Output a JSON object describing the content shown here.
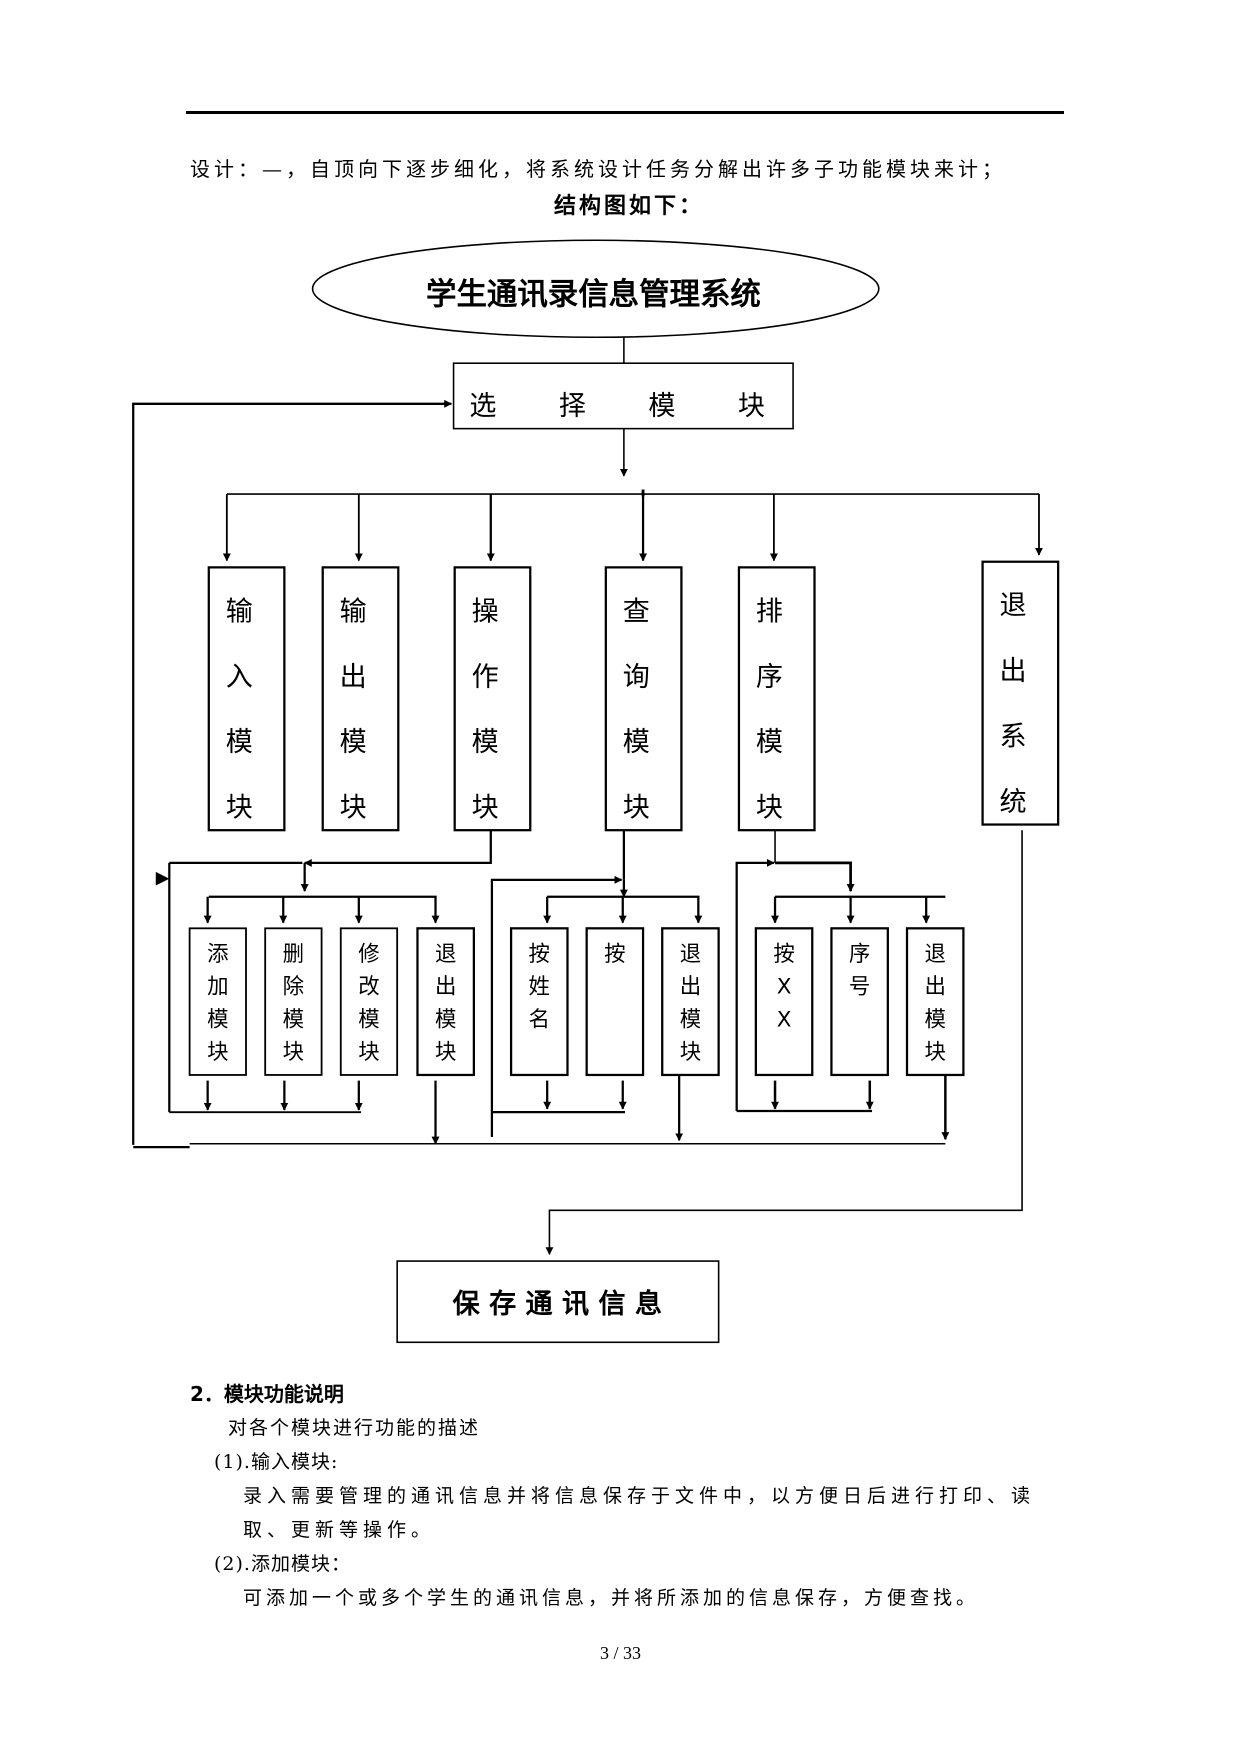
{
  "document": {
    "intro_line": "设计：—，自顶向下逐步细化，将系统设计任务分解出许多子功能模块来计；",
    "diagram_heading": "结构图如下：",
    "page_number": "3 / 33"
  },
  "diagram": {
    "root": "学生通讯录信息管理系统",
    "select_module": "选　　择　　模　　块",
    "modules": [
      {
        "label": [
          "输",
          "入",
          "模",
          "块"
        ]
      },
      {
        "label": [
          "输",
          "出",
          "模",
          "块"
        ]
      },
      {
        "label": [
          "操",
          "作",
          "模",
          "块"
        ]
      },
      {
        "label": [
          "查",
          "询",
          "模",
          "块"
        ]
      },
      {
        "label": [
          "排",
          "序",
          "模",
          "块"
        ]
      },
      {
        "label": [
          "退",
          "出",
          "系",
          "统"
        ]
      }
    ],
    "operate_submodules": [
      {
        "label": [
          "添",
          "加",
          "模",
          "块"
        ]
      },
      {
        "label": [
          "删",
          "除",
          "模",
          "块"
        ]
      },
      {
        "label": [
          "修",
          "改",
          "模",
          "块"
        ]
      },
      {
        "label": [
          "退",
          "出",
          "模",
          "块"
        ]
      }
    ],
    "query_submodules": [
      {
        "label": [
          "按",
          "姓",
          "名"
        ]
      },
      {
        "label": [
          "按"
        ]
      },
      {
        "label": [
          "退",
          "出",
          "模",
          "块"
        ]
      }
    ],
    "sort_submodules": [
      {
        "label": [
          "按",
          "X",
          "X"
        ]
      },
      {
        "label": [
          "序",
          "号"
        ]
      },
      {
        "label": [
          "退",
          "出",
          "模",
          "块"
        ]
      }
    ],
    "save_box": "保 存 通 讯 信 息"
  },
  "section2": {
    "heading": "2．模块功能说明",
    "intro": "对各个模块进行功能的描述",
    "items": [
      {
        "title": "(1).输入模块:",
        "body_line1": "录入需要管理的通讯信息并将信息保存于文件中，以方便日后进行打印、读",
        "body_line2": "取、更新等操作。"
      },
      {
        "title": "(2).添加模块：",
        "body_line1": "可添加一个或多个学生的通讯信息，并将所添加的信息保存，方便查找。"
      }
    ]
  }
}
